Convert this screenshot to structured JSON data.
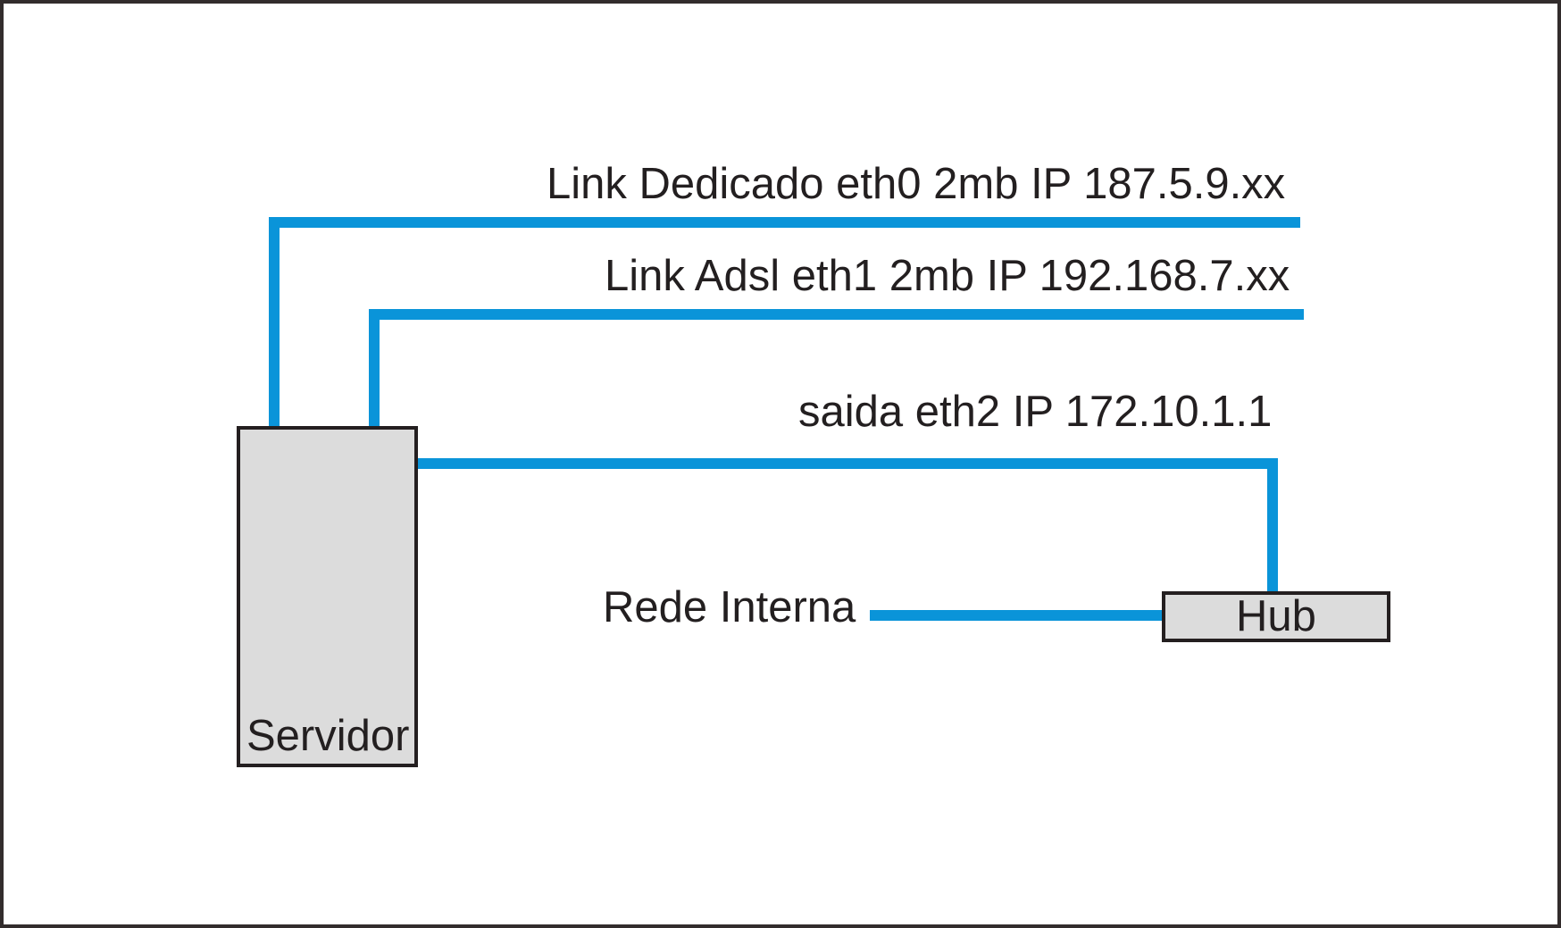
{
  "nodes": {
    "servidor": {
      "label": "Servidor"
    },
    "hub": {
      "label": "Hub"
    }
  },
  "links": {
    "eth0": {
      "label": "Link Dedicado eth0 2mb IP 187.5.9.xx"
    },
    "eth1": {
      "label": "Link Adsl eth1 2mb IP 192.168.7.xx"
    },
    "eth2": {
      "label": "saida eth2 IP 172.10.1.1"
    },
    "rede_interna": {
      "label": "Rede Interna"
    }
  },
  "colors": {
    "connection_blue": "#0a94d9",
    "node_fill": "#dcdcdc",
    "node_border": "#241f20",
    "text": "#231f20",
    "frame_border": "#322c2c",
    "background": "#ffffff"
  }
}
